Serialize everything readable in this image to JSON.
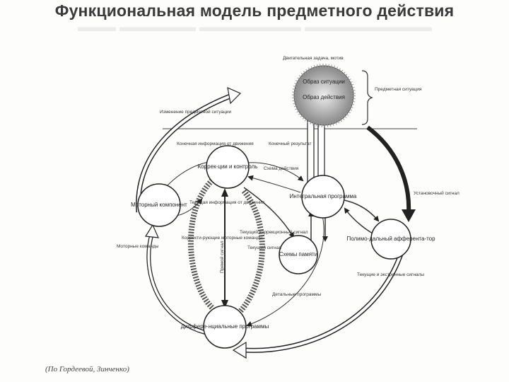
{
  "title": "Функциональная модель предметного действия",
  "source": "(По Гордеевой, Зинченко)",
  "nodes": {
    "image_situation": "Образ ситуации",
    "image_action": "Образ действия",
    "correction": "Коррек-ции и контроль",
    "motor": "Моторный компонент",
    "integral": "Интегральная программа",
    "memory": "Схемы памяти",
    "afferentation": "Полимо-дальный афферента-тор",
    "differential": "Диффере-нциальные программы"
  },
  "labels": {
    "motor_task": "Двигательная задача, мотив",
    "subject_situation": "Предметная ситуация",
    "situation_change": "Изменение предметной ситуации",
    "final_info": "Конечная информация от движения",
    "final_result": "Конечный результат",
    "action_scheme": "Схема действия",
    "current_info": "Текущая информация от движения",
    "set_signal": "Установочный сигнал",
    "motor_commands": "Моторные команды",
    "corrective_commands": "Корректи-рующие моторные команды",
    "direct_signal": "Прямой сигнал",
    "current_correction": "Текущий коррекционный сигнал",
    "current_signal": "Текущий сигнал",
    "current_external": "Текущие и экстренные сигналы",
    "detailed_programs": "Детальные программы"
  }
}
